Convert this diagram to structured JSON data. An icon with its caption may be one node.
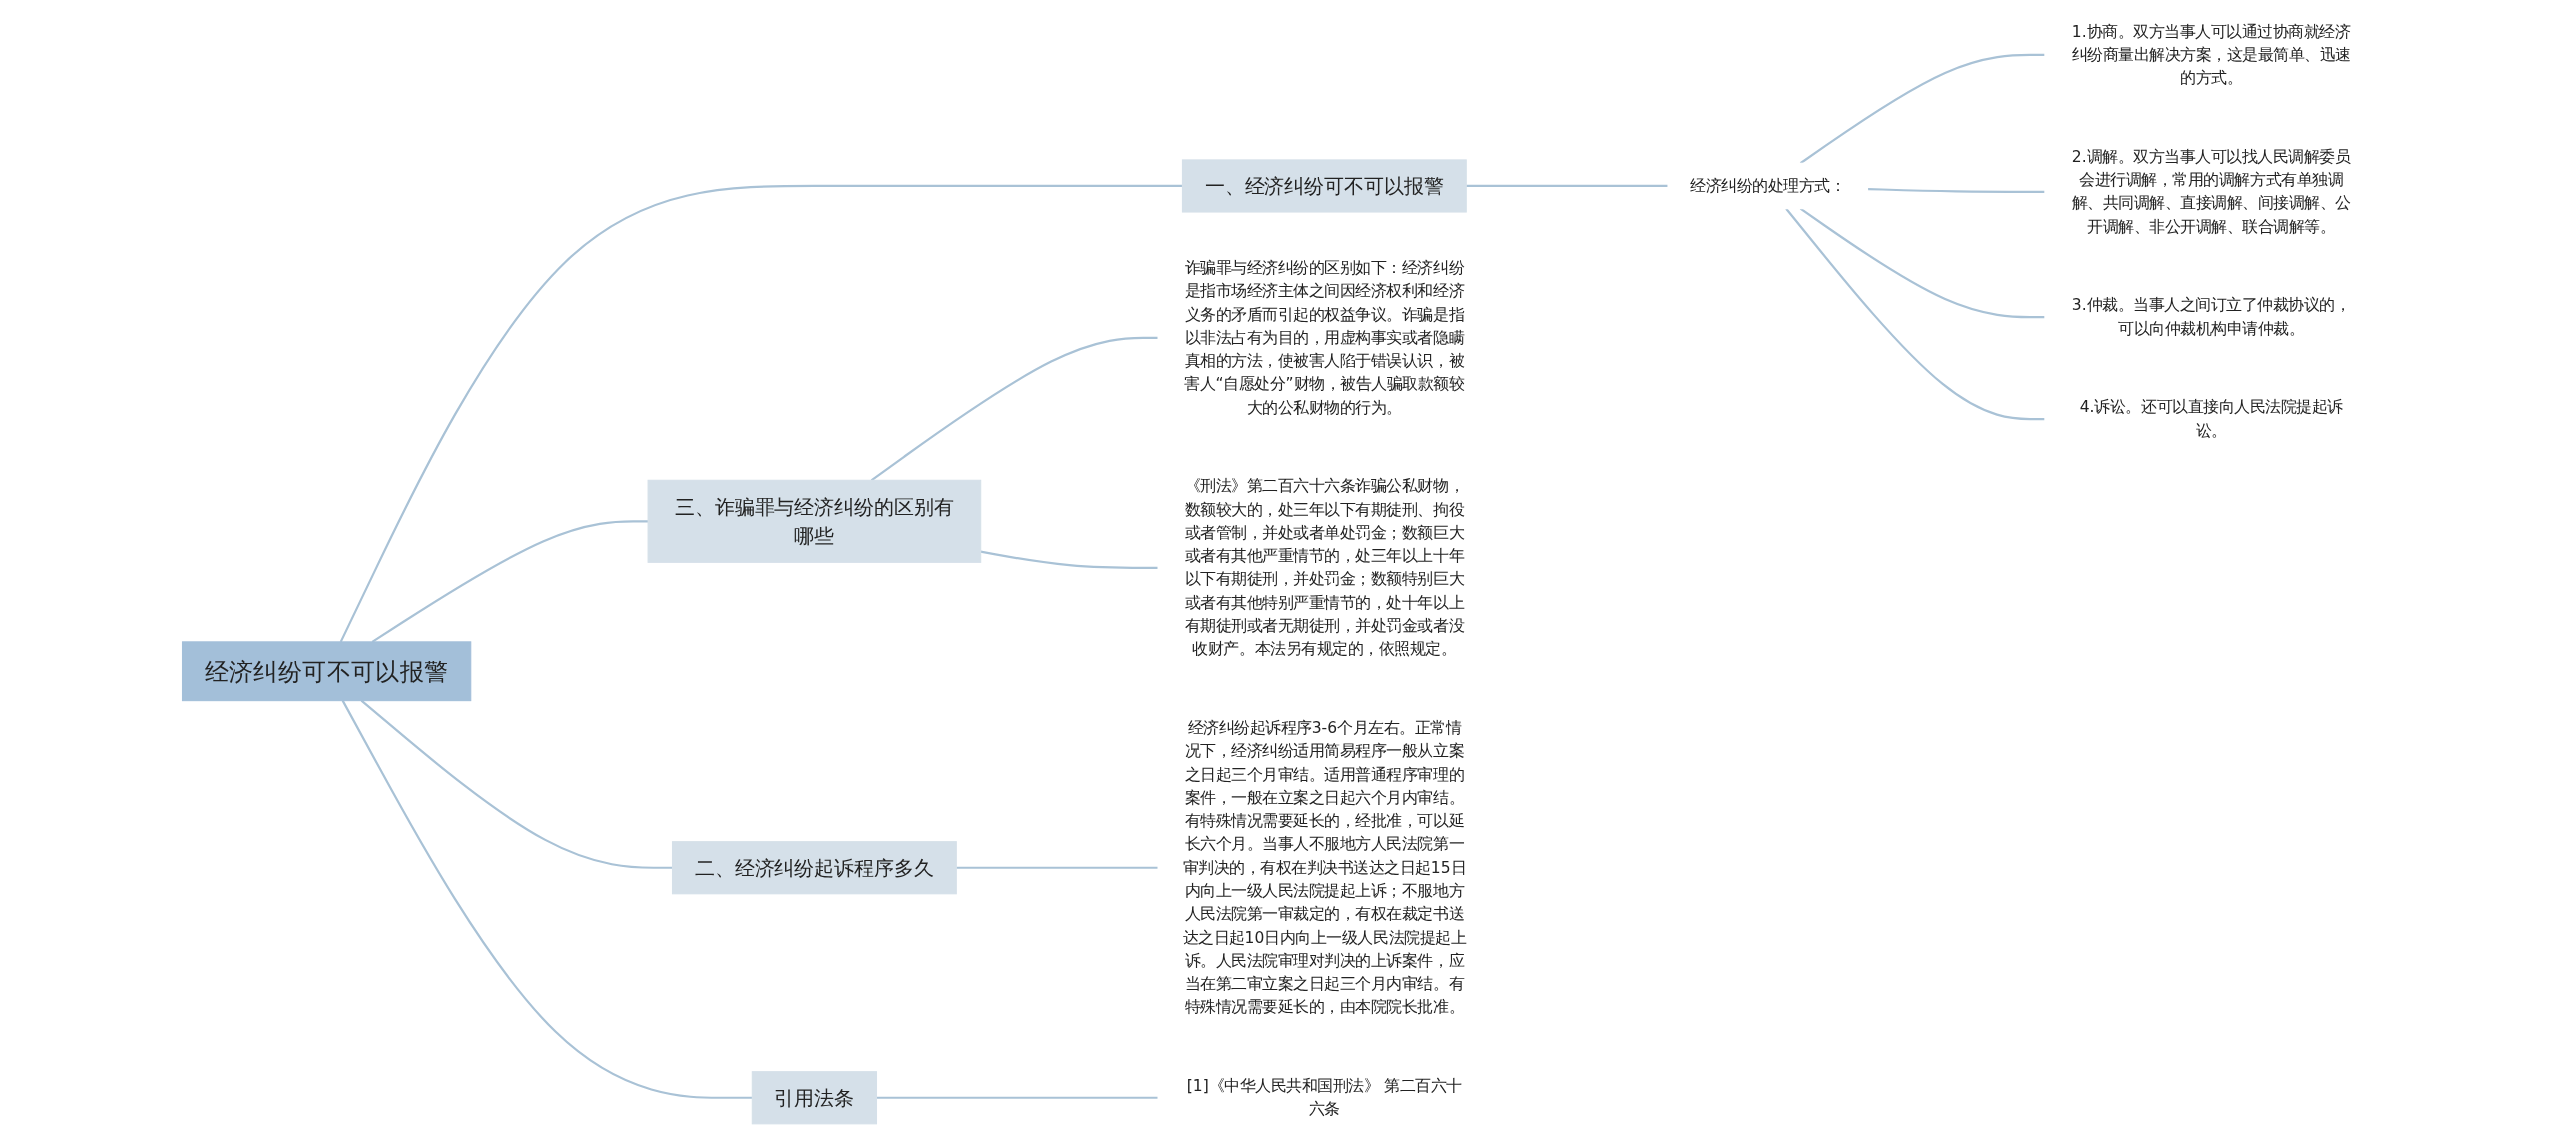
{
  "diagram": {
    "nodes": [
      {
        "text": [
          "经济纠纷可不可以报警"
        ]
      },
      {
        "text": [
          "一、经济纠纷可不可以报警"
        ]
      },
      {
        "text": [
          "经济纠纷的处理方式："
        ]
      },
      {
        "text": [
          "1.协商。双方当事人可以通过协商就经济纠纷商量出解决方案，这是最简单、迅速的方式。"
        ]
      },
      {
        "text": [
          "2.调解。双方当事人可以找人民调解委员会进行调解，常用的调解方式有单独调解、共同调解、直接调解、间接调解、公开调解、非公开调解、联合调解等。"
        ]
      },
      {
        "text": [
          "3.仲裁。当事人之间订立了仲裁协议的，可以向仲裁机构申请仲裁。"
        ]
      },
      {
        "text": [
          "4.诉讼。还可以直接向人民法院提起诉讼。"
        ]
      },
      {
        "text": [
          "三、诈骗罪与经济纠纷的区别有哪些"
        ]
      },
      {
        "text": [
          "诈骗罪与经济纠纷的区别如下：经济纠纷是指市场经济主体之间因经济权利和经济义务的矛盾而引起的权益争议。诈骗是指以非法占有为目的，用虚构事实或者隐瞒真相的方法，使被害人陷于错误认识，被害人“自愿处分”财物，被告人骗取款额较大的公私财物的行为。"
        ]
      },
      {
        "text": [
          "《刑法》第二百六十六条诈骗公私财物，数额较大的，处三年以下有期徒刑、拘役或者管制，并处或者单处罚金；数额巨大或者有其他严重情节的，处三年以上十年以下有期徒刑，并处罚金；数额特别巨大或者有其他特别严重情节的，处十年以上有期徒刑或者无期徒刑，并处罚金或者没收财产。本法另有规定的，依照规定。"
        ]
      },
      {
        "text": [
          "二、经济纠纷起诉程序多久"
        ]
      },
      {
        "text": [
          "经济纠纷起诉程序3-6个月左右。正常情况下，经济纠纷适用简易程序一般从立案之日起三个月审结。适用普通程序审理的案件，一般在立案之日起六个月内审结。有特殊情况需要延长的，经批准，可以延长六个月。当事人不服地方人民法院第一审判决的，有权在判决书送达之日起15日内向上一级人民法院提起上诉；不服地方人民法院第一审裁定的，有权在裁定书送达之日起10日内向上一级人民法院提起上诉。人民法院审理对判决的上诉案件，应当在第二审立案之日起三个月内审结。有特殊情况需要延长的，由本院院长批准。"
        ]
      },
      {
        "text": [
          "引用法条"
        ]
      },
      {
        "text": [
          "[1]《中华人民共和国刑法》 第二百六十六条"
        ]
      }
    ],
    "edges": [
      {
        "from": 0,
        "to": 1,
        "arrow": "none"
      },
      {
        "from": 1,
        "to": 2,
        "arrow": "none"
      },
      {
        "from": 2,
        "to": 3,
        "arrow": "none"
      },
      {
        "from": 2,
        "to": 4,
        "arrow": "none"
      },
      {
        "from": 2,
        "to": 5,
        "arrow": "none"
      },
      {
        "from": 2,
        "to": 6,
        "arrow": "none"
      },
      {
        "from": 0,
        "to": 7,
        "arrow": "none"
      },
      {
        "from": 7,
        "to": 8,
        "arrow": "none"
      },
      {
        "from": 7,
        "to": 9,
        "arrow": "none"
      },
      {
        "from": 0,
        "to": 10,
        "arrow": "none"
      },
      {
        "from": 10,
        "to": 11,
        "arrow": "none"
      },
      {
        "from": 0,
        "to": 12,
        "arrow": "none"
      },
      {
        "from": 12,
        "to": 13,
        "arrow": "none"
      }
    ]
  }
}
